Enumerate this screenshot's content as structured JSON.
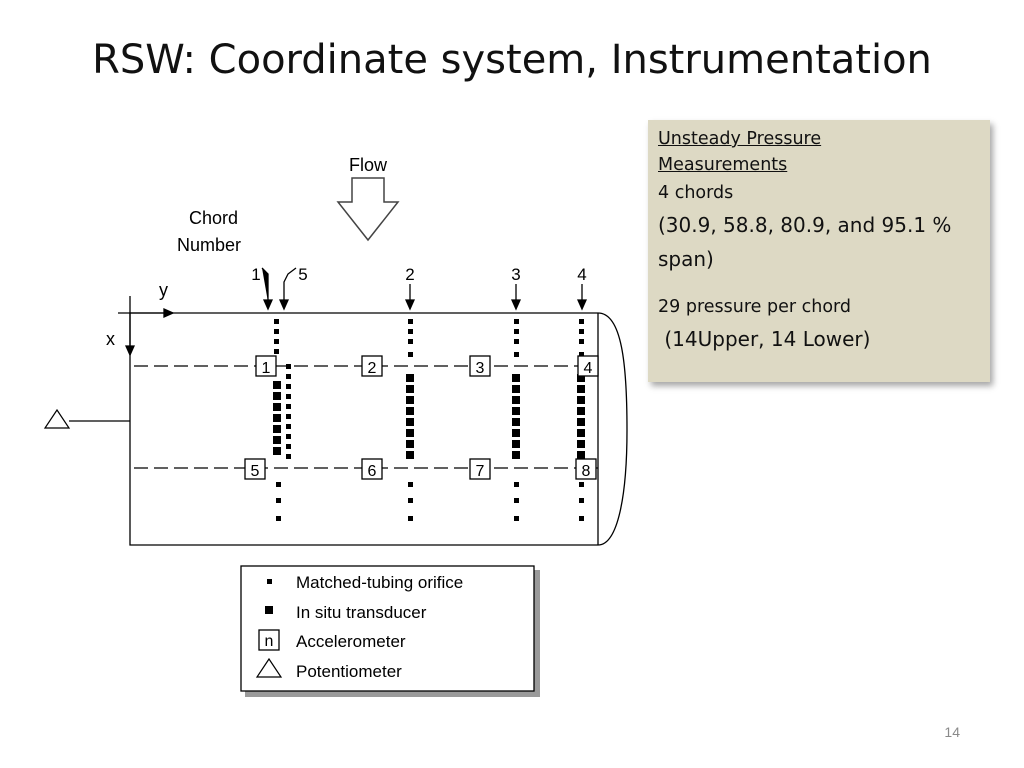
{
  "slide": {
    "title": "RSW:  Coordinate system, Instrumentation",
    "page_number": "14"
  },
  "note": {
    "heading_line1": "Unsteady Pressure",
    "heading_line2": "Measurements",
    "chords": "4 chords",
    "spans_line1": "(30.9, 58.8, 80.9, and 95.1 %",
    "spans_line2": "span)",
    "pressure_per_chord": "29 pressure per chord",
    "upper_lower": " (14Upper, 14 Lower)"
  },
  "diagram": {
    "flow_label": "Flow",
    "chord_number_line1": "Chord",
    "chord_number_line2": "Number",
    "axis_x": "x",
    "axis_y": "y",
    "chord_labels": [
      "1",
      "5",
      "2",
      "3",
      "4"
    ],
    "accelerometers": [
      "1",
      "2",
      "3",
      "4",
      "5",
      "6",
      "7",
      "8"
    ]
  },
  "legend": {
    "items": [
      {
        "label": "Matched-tubing orifice",
        "symbol": "small-square"
      },
      {
        "label": "In situ transducer",
        "symbol": "large-square"
      },
      {
        "label": "Accelerometer",
        "symbol": "boxed-n",
        "symbol_text": "n"
      },
      {
        "label": "Potentiometer",
        "symbol": "triangle"
      }
    ]
  }
}
